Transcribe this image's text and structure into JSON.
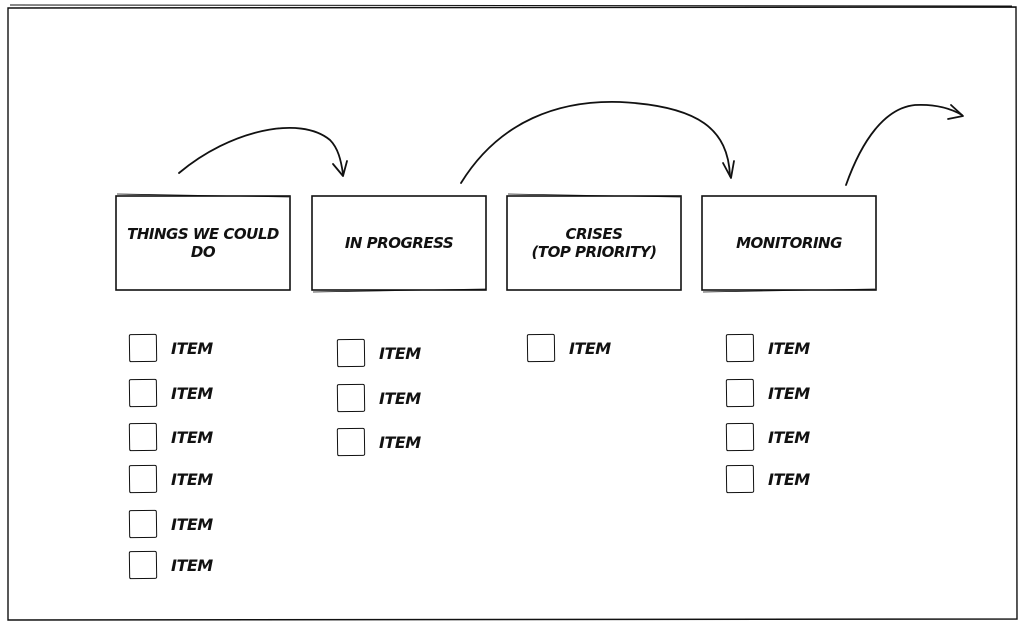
{
  "colors": {
    "ink": "#111111",
    "background": "#ffffff"
  },
  "stages": [
    {
      "title": "THINGS WE COULD DO",
      "items": [
        "ITEM",
        "ITEM",
        "ITEM",
        "ITEM",
        "ITEM",
        "ITEM"
      ]
    },
    {
      "title": "IN PROGRESS",
      "items": [
        "ITEM",
        "ITEM",
        "ITEM"
      ]
    },
    {
      "title": "CRISES\n(TOP PRIORITY)",
      "items": [
        "ITEM"
      ]
    },
    {
      "title": "MONITORING",
      "items": [
        "ITEM",
        "ITEM",
        "ITEM",
        "ITEM"
      ]
    }
  ]
}
